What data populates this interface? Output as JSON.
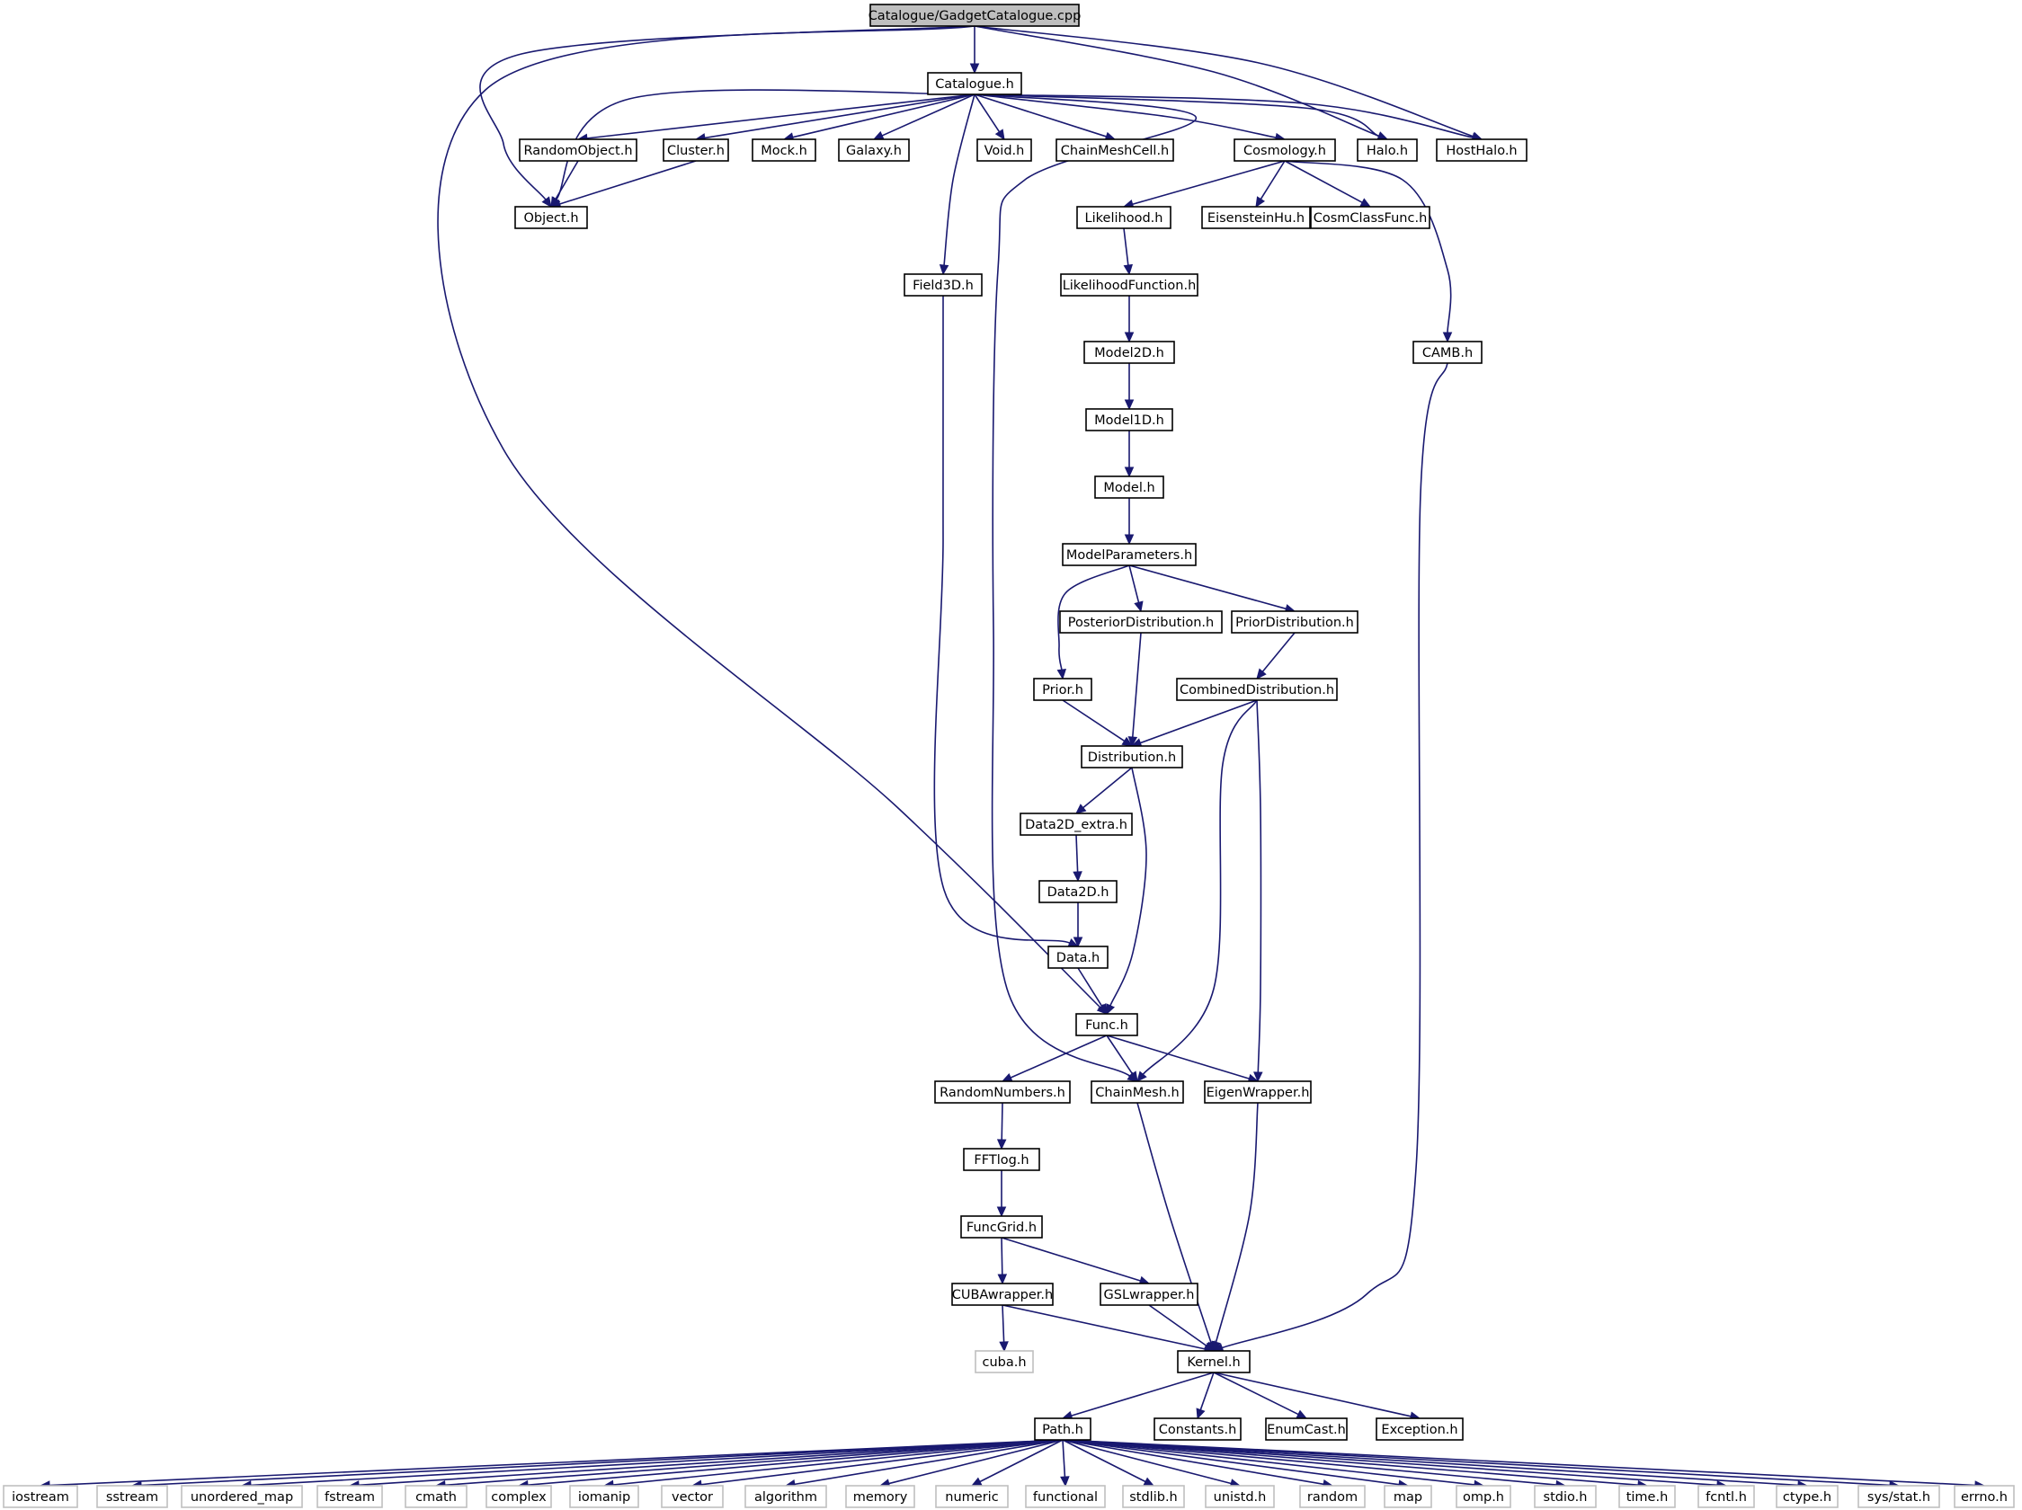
{
  "graph": {
    "root": "GadgetCatalogue",
    "nodes": [
      {
        "id": "GadgetCatalogue",
        "label": "Catalogue/GadgetCatalogue.cpp",
        "kind": "root"
      },
      {
        "id": "Catalogue",
        "label": "Catalogue.h",
        "kind": "header"
      },
      {
        "id": "Object",
        "label": "Object.h",
        "kind": "header"
      },
      {
        "id": "RandomObject",
        "label": "RandomObject.h",
        "kind": "header"
      },
      {
        "id": "Cluster",
        "label": "Cluster.h",
        "kind": "header"
      },
      {
        "id": "Mock",
        "label": "Mock.h",
        "kind": "header"
      },
      {
        "id": "Galaxy",
        "label": "Galaxy.h",
        "kind": "header"
      },
      {
        "id": "Void",
        "label": "Void.h",
        "kind": "header"
      },
      {
        "id": "ChainMeshCell",
        "label": "ChainMeshCell.h",
        "kind": "header"
      },
      {
        "id": "Cosmology",
        "label": "Cosmology.h",
        "kind": "header"
      },
      {
        "id": "Halo",
        "label": "Halo.h",
        "kind": "header"
      },
      {
        "id": "HostHalo",
        "label": "HostHalo.h",
        "kind": "header"
      },
      {
        "id": "Likelihood",
        "label": "Likelihood.h",
        "kind": "header"
      },
      {
        "id": "EisensteinHu",
        "label": "EisensteinHu.h",
        "kind": "header"
      },
      {
        "id": "CosmClassFunc",
        "label": "CosmClassFunc.h",
        "kind": "header"
      },
      {
        "id": "Field3D",
        "label": "Field3D.h",
        "kind": "header"
      },
      {
        "id": "LikelihoodFunction",
        "label": "LikelihoodFunction.h",
        "kind": "header"
      },
      {
        "id": "Model2D",
        "label": "Model2D.h",
        "kind": "header"
      },
      {
        "id": "CAMB",
        "label": "CAMB.h",
        "kind": "header"
      },
      {
        "id": "Model1D",
        "label": "Model1D.h",
        "kind": "header"
      },
      {
        "id": "Model",
        "label": "Model.h",
        "kind": "header"
      },
      {
        "id": "ModelParameters",
        "label": "ModelParameters.h",
        "kind": "header"
      },
      {
        "id": "PosteriorDistribution",
        "label": "PosteriorDistribution.h",
        "kind": "header"
      },
      {
        "id": "PriorDistribution",
        "label": "PriorDistribution.h",
        "kind": "header"
      },
      {
        "id": "CombinedDistribution",
        "label": "CombinedDistribution.h",
        "kind": "header"
      },
      {
        "id": "Prior",
        "label": "Prior.h",
        "kind": "header"
      },
      {
        "id": "Distribution",
        "label": "Distribution.h",
        "kind": "header"
      },
      {
        "id": "Data2D_extra",
        "label": "Data2D_extra.h",
        "kind": "header"
      },
      {
        "id": "Data2D",
        "label": "Data2D.h",
        "kind": "header"
      },
      {
        "id": "Data",
        "label": "Data.h",
        "kind": "header"
      },
      {
        "id": "Func",
        "label": "Func.h",
        "kind": "header"
      },
      {
        "id": "RandomNumbers",
        "label": "RandomNumbers.h",
        "kind": "header"
      },
      {
        "id": "ChainMesh",
        "label": "ChainMesh.h",
        "kind": "header"
      },
      {
        "id": "EigenWrapper",
        "label": "EigenWrapper.h",
        "kind": "header"
      },
      {
        "id": "FFTlog",
        "label": "FFTlog.h",
        "kind": "header"
      },
      {
        "id": "FuncGrid",
        "label": "FuncGrid.h",
        "kind": "header"
      },
      {
        "id": "CUBAwrapper",
        "label": "CUBAwrapper.h",
        "kind": "header"
      },
      {
        "id": "GSLwrapper",
        "label": "GSLwrapper.h",
        "kind": "header"
      },
      {
        "id": "cuba",
        "label": "cuba.h",
        "kind": "external"
      },
      {
        "id": "Kernel",
        "label": "Kernel.h",
        "kind": "header"
      },
      {
        "id": "Path",
        "label": "Path.h",
        "kind": "header"
      },
      {
        "id": "Constants",
        "label": "Constants.h",
        "kind": "header"
      },
      {
        "id": "EnumCast",
        "label": "EnumCast.h",
        "kind": "header"
      },
      {
        "id": "Exception",
        "label": "Exception.h",
        "kind": "header"
      },
      {
        "id": "iostream",
        "label": "iostream",
        "kind": "external"
      },
      {
        "id": "sstream",
        "label": "sstream",
        "kind": "external"
      },
      {
        "id": "unordered_map",
        "label": "unordered_map",
        "kind": "external"
      },
      {
        "id": "fstream",
        "label": "fstream",
        "kind": "external"
      },
      {
        "id": "cmath",
        "label": "cmath",
        "kind": "external"
      },
      {
        "id": "complex",
        "label": "complex",
        "kind": "external"
      },
      {
        "id": "iomanip",
        "label": "iomanip",
        "kind": "external"
      },
      {
        "id": "vector",
        "label": "vector",
        "kind": "external"
      },
      {
        "id": "algorithm",
        "label": "algorithm",
        "kind": "external"
      },
      {
        "id": "memory",
        "label": "memory",
        "kind": "external"
      },
      {
        "id": "numeric",
        "label": "numeric",
        "kind": "external"
      },
      {
        "id": "functional",
        "label": "functional",
        "kind": "external"
      },
      {
        "id": "stdlib",
        "label": "stdlib.h",
        "kind": "external"
      },
      {
        "id": "unistd",
        "label": "unistd.h",
        "kind": "external"
      },
      {
        "id": "random",
        "label": "random",
        "kind": "external"
      },
      {
        "id": "map",
        "label": "map",
        "kind": "external"
      },
      {
        "id": "omp",
        "label": "omp.h",
        "kind": "external"
      },
      {
        "id": "stdio",
        "label": "stdio.h",
        "kind": "external"
      },
      {
        "id": "time",
        "label": "time.h",
        "kind": "external"
      },
      {
        "id": "fcntl",
        "label": "fcntl.h",
        "kind": "external"
      },
      {
        "id": "ctype",
        "label": "ctype.h",
        "kind": "external"
      },
      {
        "id": "sys_stat",
        "label": "sys/stat.h",
        "kind": "external"
      },
      {
        "id": "errno",
        "label": "errno.h",
        "kind": "external"
      }
    ],
    "edges": [
      [
        "GadgetCatalogue",
        "Catalogue"
      ],
      [
        "GadgetCatalogue",
        "Object"
      ],
      [
        "GadgetCatalogue",
        "Func"
      ],
      [
        "GadgetCatalogue",
        "Halo"
      ],
      [
        "GadgetCatalogue",
        "HostHalo"
      ],
      [
        "Catalogue",
        "Object"
      ],
      [
        "Catalogue",
        "RandomObject"
      ],
      [
        "Catalogue",
        "Cluster"
      ],
      [
        "Catalogue",
        "Mock"
      ],
      [
        "Catalogue",
        "Galaxy"
      ],
      [
        "Catalogue",
        "Void"
      ],
      [
        "Catalogue",
        "ChainMeshCell"
      ],
      [
        "Catalogue",
        "Cosmology"
      ],
      [
        "Catalogue",
        "Halo"
      ],
      [
        "Catalogue",
        "HostHalo"
      ],
      [
        "Catalogue",
        "Field3D"
      ],
      [
        "Catalogue",
        "ChainMesh"
      ],
      [
        "RandomObject",
        "Object"
      ],
      [
        "Cluster",
        "Object"
      ],
      [
        "Cosmology",
        "Likelihood"
      ],
      [
        "Cosmology",
        "EisensteinHu"
      ],
      [
        "Cosmology",
        "CosmClassFunc"
      ],
      [
        "Cosmology",
        "CAMB"
      ],
      [
        "Likelihood",
        "LikelihoodFunction"
      ],
      [
        "LikelihoodFunction",
        "Model2D"
      ],
      [
        "Model2D",
        "Model1D"
      ],
      [
        "Model1D",
        "Model"
      ],
      [
        "Model",
        "ModelParameters"
      ],
      [
        "ModelParameters",
        "Prior"
      ],
      [
        "ModelParameters",
        "PosteriorDistribution"
      ],
      [
        "ModelParameters",
        "PriorDistribution"
      ],
      [
        "PriorDistribution",
        "CombinedDistribution"
      ],
      [
        "PosteriorDistribution",
        "Distribution"
      ],
      [
        "Prior",
        "Distribution"
      ],
      [
        "CombinedDistribution",
        "Distribution"
      ],
      [
        "CombinedDistribution",
        "ChainMesh"
      ],
      [
        "CombinedDistribution",
        "EigenWrapper"
      ],
      [
        "Distribution",
        "Data2D_extra"
      ],
      [
        "Distribution",
        "Func"
      ],
      [
        "Data2D_extra",
        "Data2D"
      ],
      [
        "Data2D",
        "Data"
      ],
      [
        "Field3D",
        "Data"
      ],
      [
        "Data",
        "Func"
      ],
      [
        "Func",
        "RandomNumbers"
      ],
      [
        "Func",
        "ChainMesh"
      ],
      [
        "Func",
        "EigenWrapper"
      ],
      [
        "RandomNumbers",
        "FFTlog"
      ],
      [
        "FFTlog",
        "FuncGrid"
      ],
      [
        "FuncGrid",
        "CUBAwrapper"
      ],
      [
        "FuncGrid",
        "GSLwrapper"
      ],
      [
        "CUBAwrapper",
        "cuba"
      ],
      [
        "CUBAwrapper",
        "Kernel"
      ],
      [
        "GSLwrapper",
        "Kernel"
      ],
      [
        "ChainMesh",
        "Kernel"
      ],
      [
        "EigenWrapper",
        "Kernel"
      ],
      [
        "CAMB",
        "Kernel"
      ],
      [
        "Kernel",
        "Path"
      ],
      [
        "Kernel",
        "Constants"
      ],
      [
        "Kernel",
        "EnumCast"
      ],
      [
        "Kernel",
        "Exception"
      ],
      [
        "Path",
        "iostream"
      ],
      [
        "Path",
        "sstream"
      ],
      [
        "Path",
        "unordered_map"
      ],
      [
        "Path",
        "fstream"
      ],
      [
        "Path",
        "cmath"
      ],
      [
        "Path",
        "complex"
      ],
      [
        "Path",
        "iomanip"
      ],
      [
        "Path",
        "vector"
      ],
      [
        "Path",
        "algorithm"
      ],
      [
        "Path",
        "memory"
      ],
      [
        "Path",
        "numeric"
      ],
      [
        "Path",
        "functional"
      ],
      [
        "Path",
        "stdlib"
      ],
      [
        "Path",
        "unistd"
      ],
      [
        "Path",
        "random"
      ],
      [
        "Path",
        "map"
      ],
      [
        "Path",
        "omp"
      ],
      [
        "Path",
        "stdio"
      ],
      [
        "Path",
        "time"
      ],
      [
        "Path",
        "fcntl"
      ],
      [
        "Path",
        "ctype"
      ],
      [
        "Path",
        "sys_stat"
      ],
      [
        "Path",
        "errno"
      ]
    ]
  }
}
